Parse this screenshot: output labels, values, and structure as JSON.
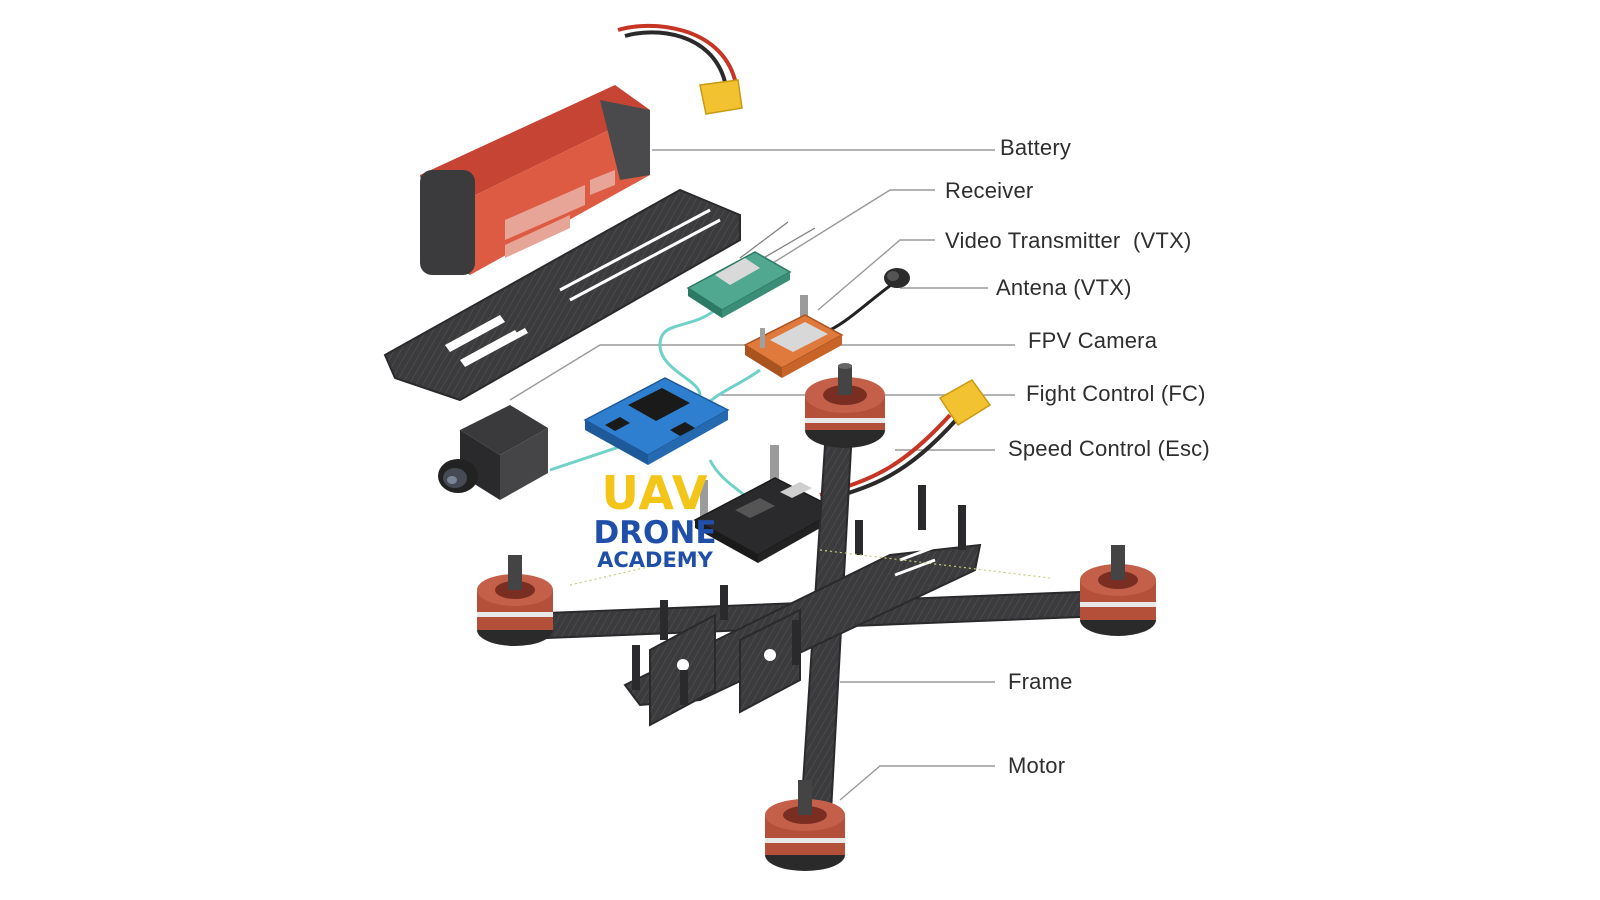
{
  "labels": {
    "battery": "Battery",
    "receiver": "Receiver",
    "vtx": "Video Transmitter  (VTX)",
    "antenna": "Antena (VTX)",
    "fpv_camera": "FPV Camera",
    "fc": "Fight Control (FC)",
    "esc": "Speed Control (Esc)",
    "frame": "Frame",
    "motor": "Motor"
  },
  "logo": {
    "line1": "UAV",
    "line2": "DRONE",
    "line3": "ACADEMY"
  },
  "colors": {
    "battery_red": "#d9533c",
    "carbon": "#3b3b3d",
    "motor_red": "#b4503a",
    "fc_blue": "#2f7fd0",
    "wire_cyan": "#6fd1c9",
    "connector_yellow": "#f2c230",
    "logo_yellow": "#f3c518",
    "logo_blue": "#1f4fa8"
  }
}
